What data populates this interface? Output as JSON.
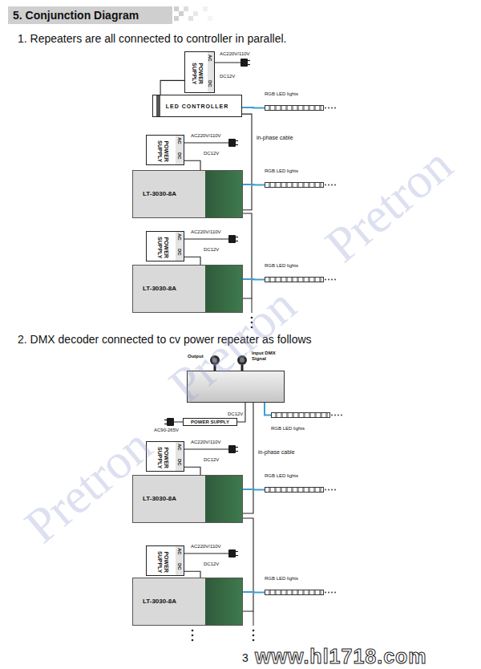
{
  "diagram": {
    "title": "5. Conjunction Diagram",
    "nodes": [
      {
        "text": [
          "POWER SUPPLY"
        ]
      },
      {
        "text": [
          "LED CONTROLLER"
        ]
      },
      {
        "text": [
          "RGB LED lights"
        ]
      },
      {
        "text": [
          "POWER SUPPLY"
        ]
      },
      {
        "text": [
          "LT-3030-8A"
        ]
      },
      {
        "text": [
          "RGB LED lights"
        ]
      },
      {
        "text": [
          "POWER SUPPLY"
        ]
      },
      {
        "text": [
          "LT-3030-8A"
        ]
      },
      {
        "text": [
          "RGB LED lights"
        ]
      },
      {
        "text": [
          "Output",
          "Input DMX Signal"
        ]
      },
      {
        "text": [
          "POWER SUPPLY"
        ]
      },
      {
        "text": [
          "RGB LED lights"
        ]
      },
      {
        "text": [
          "POWER SUPPLY"
        ]
      },
      {
        "text": [
          "LT-3030-8A"
        ]
      },
      {
        "text": [
          "RGB LED lights"
        ]
      },
      {
        "text": [
          "POWER SUPPLY"
        ]
      },
      {
        "text": [
          "LT-3030-8A"
        ]
      },
      {
        "text": [
          "RGB LED lights"
        ]
      }
    ],
    "edges": [
      {
        "from": 0,
        "to": 1,
        "arrow": "none"
      },
      {
        "from": 1,
        "to": 2,
        "arrow": "none"
      },
      {
        "from": 1,
        "to": 4,
        "arrow": "none"
      },
      {
        "from": 3,
        "to": 4,
        "arrow": "none"
      },
      {
        "from": 4,
        "to": 5,
        "arrow": "none"
      },
      {
        "from": 4,
        "to": 7,
        "arrow": "none"
      },
      {
        "from": 6,
        "to": 7,
        "arrow": "none"
      },
      {
        "from": 7,
        "to": 8,
        "arrow": "none"
      },
      {
        "from": 10,
        "to": 9,
        "arrow": "none"
      },
      {
        "from": 9,
        "to": 11,
        "arrow": "none"
      },
      {
        "from": 9,
        "to": 13,
        "arrow": "none"
      },
      {
        "from": 12,
        "to": 13,
        "arrow": "none"
      },
      {
        "from": 13,
        "to": 14,
        "arrow": "none"
      },
      {
        "from": 13,
        "to": 16,
        "arrow": "none"
      },
      {
        "from": 15,
        "to": 16,
        "arrow": "none"
      },
      {
        "from": 16,
        "to": 17,
        "arrow": "none"
      }
    ],
    "labels": [
      "1. Repeaters are all connected to controller in parallel.",
      "AC",
      "DC",
      "AC220V/110V",
      "DC12V",
      "in-phase cable",
      "AC",
      "DC",
      "AC220V/110V",
      "DC12V",
      "AC",
      "DC",
      "AC220V/110V",
      "DC12V",
      "2. DMX decoder connected to cv power repeater as follows",
      "AC90-265V",
      "DC12V",
      "in-phase cable",
      "AC",
      "DC",
      "AC220V/110V",
      "DC12V",
      "AC",
      "DC",
      "AC220V/110V",
      "DC12V",
      "3",
      "Pretron",
      "Pretron",
      "Pretron",
      "www.hl1718.com"
    ]
  }
}
